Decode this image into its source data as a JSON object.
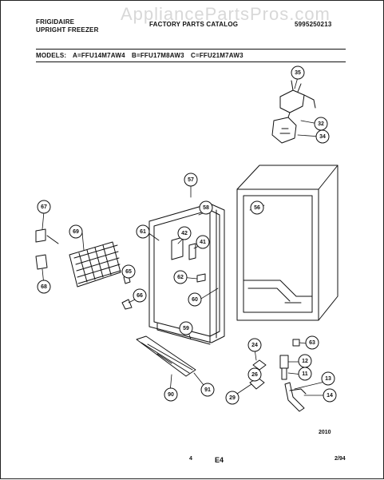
{
  "header": {
    "brand": "FRIGIDAIRE",
    "product": "UPRIGHT FREEZER",
    "title": "FACTORY PARTS CATALOG",
    "part_number": "5995250213",
    "watermark": "AppliancePartsPros.com"
  },
  "models": {
    "label": "MODELS:",
    "a": "A=FFU14M7AW4",
    "b": "B=FFU17M8AW3",
    "c": "C=FFU21M7AW3"
  },
  "callouts": [
    "35",
    "32",
    "34",
    "57",
    "58",
    "56",
    "67",
    "69",
    "61",
    "42",
    "41",
    "65",
    "62",
    "60",
    "66",
    "68",
    "59",
    "63",
    "24",
    "12",
    "26",
    "11",
    "13",
    "29",
    "14",
    "90",
    "91"
  ],
  "footer": {
    "code": "2010",
    "page": "4",
    "section": "E4",
    "date": "2/94"
  }
}
